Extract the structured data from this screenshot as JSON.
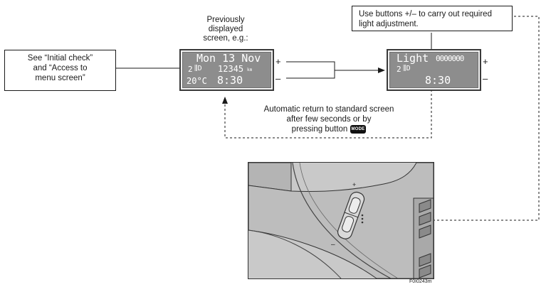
{
  "left_box": {
    "lines": [
      "See “Initial check”",
      "and “Access to",
      "menu screen”"
    ]
  },
  "previous_label": {
    "lines": [
      "Previously",
      "displayed",
      "screen, e.g.:"
    ]
  },
  "display_left": {
    "row1": "Mon 13 Nov",
    "row2_gear": "2",
    "row2_km": "12345",
    "row2_unit": "km",
    "row3_temp": "20°C",
    "row3_time": "8:30"
  },
  "display_right": {
    "row1_text": "Light",
    "row1_bar": "0000000",
    "row2_gear": "2",
    "row3_time": "8:30"
  },
  "plus_sign": "+",
  "minus_sign": "–",
  "top_right_box": {
    "lines": [
      "Use buttons +/– to carry out required",
      "light adjustment."
    ]
  },
  "auto_return": {
    "line1": "Automatic return to standard screen",
    "line2": "after few seconds or by",
    "line3": "pressing button",
    "button_label": "MODE"
  },
  "figure_code": "F0I0243m",
  "icons": [
    "headlamp-icon",
    "mode-button-icon",
    "arrow-right-icon",
    "arrow-up-icon"
  ],
  "colors": {
    "lcd_background": "#8d8d8d",
    "line": "#1a1a1a"
  }
}
